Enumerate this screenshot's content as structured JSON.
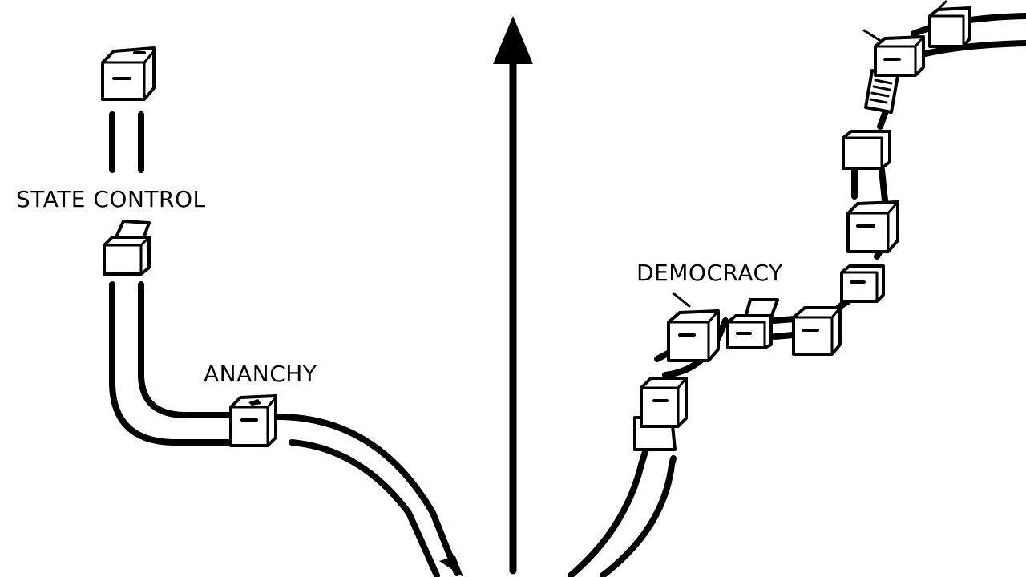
{
  "labels": {
    "state_control": "STATE CONTROL",
    "anarchy": "ANANCHY",
    "democracy": "DEMOCRACY"
  },
  "colors": {
    "ink": "#000000",
    "paper": "#ffffff"
  },
  "icons": [
    "ballot-box-icon",
    "ballot-paper-icon",
    "up-arrow-icon"
  ]
}
